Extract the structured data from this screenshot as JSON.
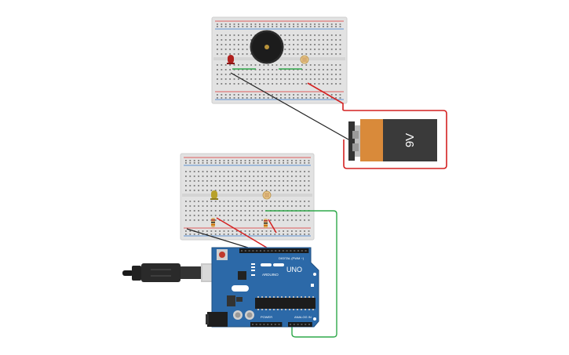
{
  "battery": {
    "label": "9V"
  },
  "arduino": {
    "brand": "ARDUINO",
    "model": "UNO",
    "digital_label": "DIGITAL (PWM ~)",
    "power_label": "POWER",
    "analog_label": "ANALOG IN"
  },
  "colors": {
    "breadboard": "#e4e4e4",
    "rail_red": "#d33",
    "rail_blue": "#37c",
    "wire_red": "#d42020",
    "wire_green": "#2fa84a",
    "wire_black": "#222222",
    "arduino_blue": "#2c69a8",
    "battery_orange": "#d98a3a",
    "led_red": "#b0201e",
    "led_yellow": "#b8a12a"
  }
}
